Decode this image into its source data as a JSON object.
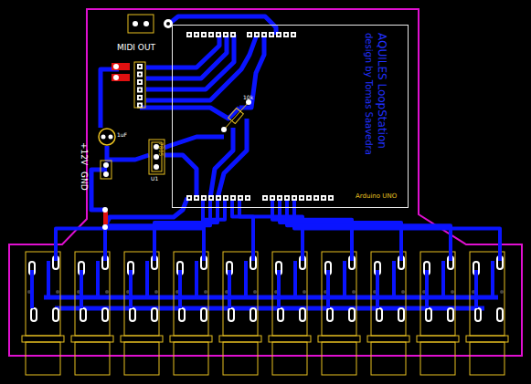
{
  "diagram": {
    "nodes": [
      {
        "text": [
          "Arduino UNO"
        ]
      },
      {
        "text": [
          "7805",
          "U1"
        ]
      }
    ],
    "labels": [
      "MIDI OUT",
      "1uF",
      "+12V",
      "GND",
      "AQUILES LoopStation",
      "design by Tomas Saavedra",
      "10k"
    ]
  }
}
